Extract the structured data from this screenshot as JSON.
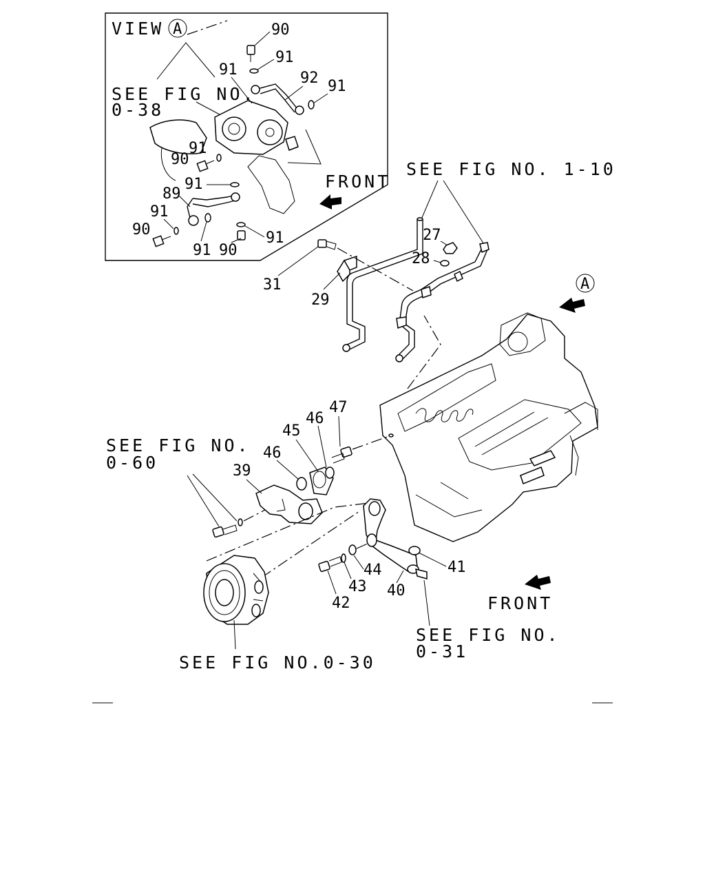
{
  "view_box": {
    "title": "VIEW",
    "title_circle": "A",
    "see_fig": "SEE FIG NO.",
    "see_fig_num": "0-38",
    "front": "FRONT"
  },
  "callouts": {
    "c90_top": "90",
    "c91_a": "91",
    "c91_b": "91",
    "c92": "92",
    "c91_c": "91",
    "c91_d": "91",
    "c90_mid": "90",
    "c91_e": "91",
    "c89": "89",
    "c91_f": "91",
    "c90_left": "90",
    "c91_g": "91",
    "c90_bot": "90",
    "c91_h": "91",
    "c27": "27",
    "c28": "28",
    "c31": "31",
    "c29": "29",
    "c47": "47",
    "c46_a": "46",
    "c45": "45",
    "c46_b": "46",
    "c39": "39",
    "c44": "44",
    "c41": "41",
    "c43": "43",
    "c40": "40",
    "c42": "42"
  },
  "references": {
    "fig_1_10": "SEE FIG NO. 1-10",
    "fig_0_60_line1": "SEE FIG NO.",
    "fig_0_60_line2": "0-60",
    "fig_0_30": "SEE FIG NO.0-30",
    "fig_0_31_line1": "SEE FIG NO.",
    "fig_0_31_line2": "0-31",
    "view_marker": "A",
    "front_lower": "FRONT"
  }
}
